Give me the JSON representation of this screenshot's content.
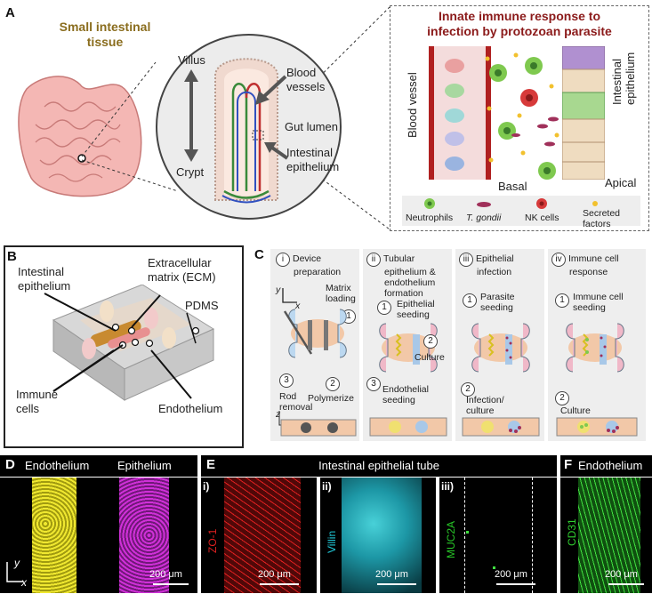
{
  "panelA": {
    "label": "A",
    "tissue_title_line1": "Small intestinal",
    "tissue_title_line2": "tissue",
    "villus": "Villus",
    "crypt": "Crypt",
    "blood_vessels_line1": "Blood",
    "blood_vessels_line2": "vessels",
    "gut_lumen": "Gut lumen",
    "epithelium_line1": "Intestinal",
    "epithelium_line2": "epithelium",
    "immune_title_line1": "Innate immune response to",
    "immune_title_line2": "infection by protozoan parasite",
    "blood_vessel_vertical": "Blood vessel",
    "intestinal_epithelium_vertical_line1": "Intestinal",
    "intestinal_epithelium_vertical_line2": "epithelium",
    "basal": "Basal",
    "apical": "Apical",
    "legend": {
      "neutrophils": "Neutrophils",
      "tgondii": "T. gondii",
      "nk_cells": "NK cells",
      "secreted_line1": "Secreted",
      "secreted_line2": "factors"
    },
    "colors": {
      "title_gold": "#8a6d1e",
      "title_red": "#8b1a1a",
      "neutrophil": "#7fc94f",
      "nk": "#d73a3a",
      "tgondii": "#a0305a",
      "secreted": "#f2c12e"
    }
  },
  "panelB": {
    "label": "B",
    "intestinal_epithelium_line1": "Intestinal",
    "intestinal_epithelium_line2": "epithelium",
    "ecm_line1": "Extracellular",
    "ecm_line2": "matrix (ECM)",
    "pdms": "PDMS",
    "immune_line1": "Immune",
    "immune_line2": "cells",
    "endothelium": "Endothelium"
  },
  "panelC": {
    "label": "C",
    "axis_y": "y",
    "axis_x": "x",
    "axis_z": "z",
    "steps": [
      {
        "num": "i",
        "title_line1": "Device",
        "title_line2": "preparation"
      },
      {
        "num": "ii",
        "title_line1": "Tubular",
        "title_line2": "epithelium &",
        "title_line3": "endothelium",
        "title_line4": "formation"
      },
      {
        "num": "iii",
        "title_line1": "Epithelial",
        "title_line2": "infection"
      },
      {
        "num": "iv",
        "title_line1": "Immune cell",
        "title_line2": "response"
      }
    ],
    "i_matrix_line1": "Matrix",
    "i_matrix_line2": "loading",
    "i_rod_line1": "Rod",
    "i_rod_line2": "removal",
    "i_polymerize": "Polymerize",
    "ii_epi_line1": "Epithelial",
    "ii_epi_line2": "seeding",
    "ii_culture": "Culture",
    "ii_endo_line1": "Endothelial",
    "ii_endo_line2": "seeding",
    "iii_parasite_line1": "Parasite",
    "iii_parasite_line2": "seeding",
    "iii_infection_line1": "Infection/",
    "iii_infection_line2": "culture",
    "iv_immune_line1": "Immune cell",
    "iv_immune_line2": "seeding",
    "iv_culture": "Culture",
    "n1": "1",
    "n2": "2",
    "n3": "3"
  },
  "panelD": {
    "label": "D",
    "endothelium": "Endothelium",
    "epithelium": "Epithelium",
    "axis_y": "y",
    "axis_x": "x",
    "scale": "200 μm",
    "colors": {
      "endothelium": "#e8e020",
      "epithelium": "#c020c8"
    }
  },
  "panelE": {
    "label": "E",
    "title": "Intestinal epithelial tube",
    "sub": [
      {
        "num": "i)",
        "marker": "ZO-1",
        "scale": "200 μm",
        "color": "#e02020"
      },
      {
        "num": "ii)",
        "marker": "Villin",
        "scale": "200 μm",
        "color": "#20c8d8"
      },
      {
        "num": "iii)",
        "marker": "MUC2A",
        "scale": "200 μm",
        "color": "#28c828"
      }
    ]
  },
  "panelF": {
    "label": "F",
    "title": "Endothelium",
    "marker": "CD31",
    "scale": "200 μm",
    "color": "#30d030"
  }
}
